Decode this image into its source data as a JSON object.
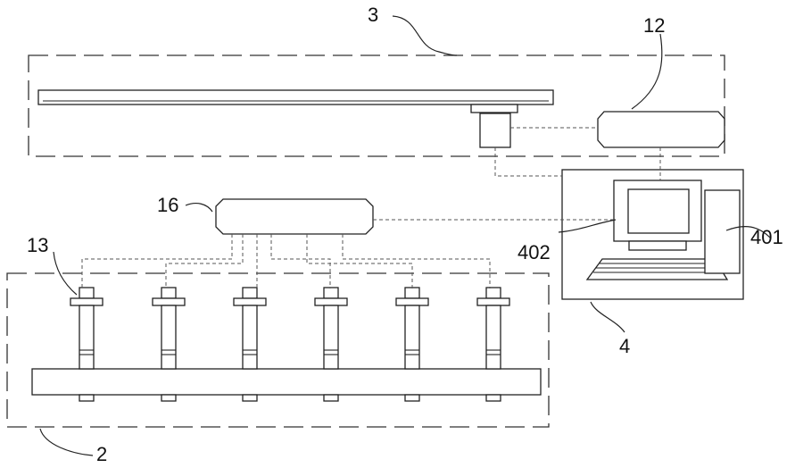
{
  "labels": {
    "gantry_group": "3",
    "controller_12": "12",
    "hub_16": "16",
    "sensor_13": "13",
    "base_group": "2",
    "computer_group": "4",
    "computer_401": "401",
    "monitor_402": "402"
  }
}
